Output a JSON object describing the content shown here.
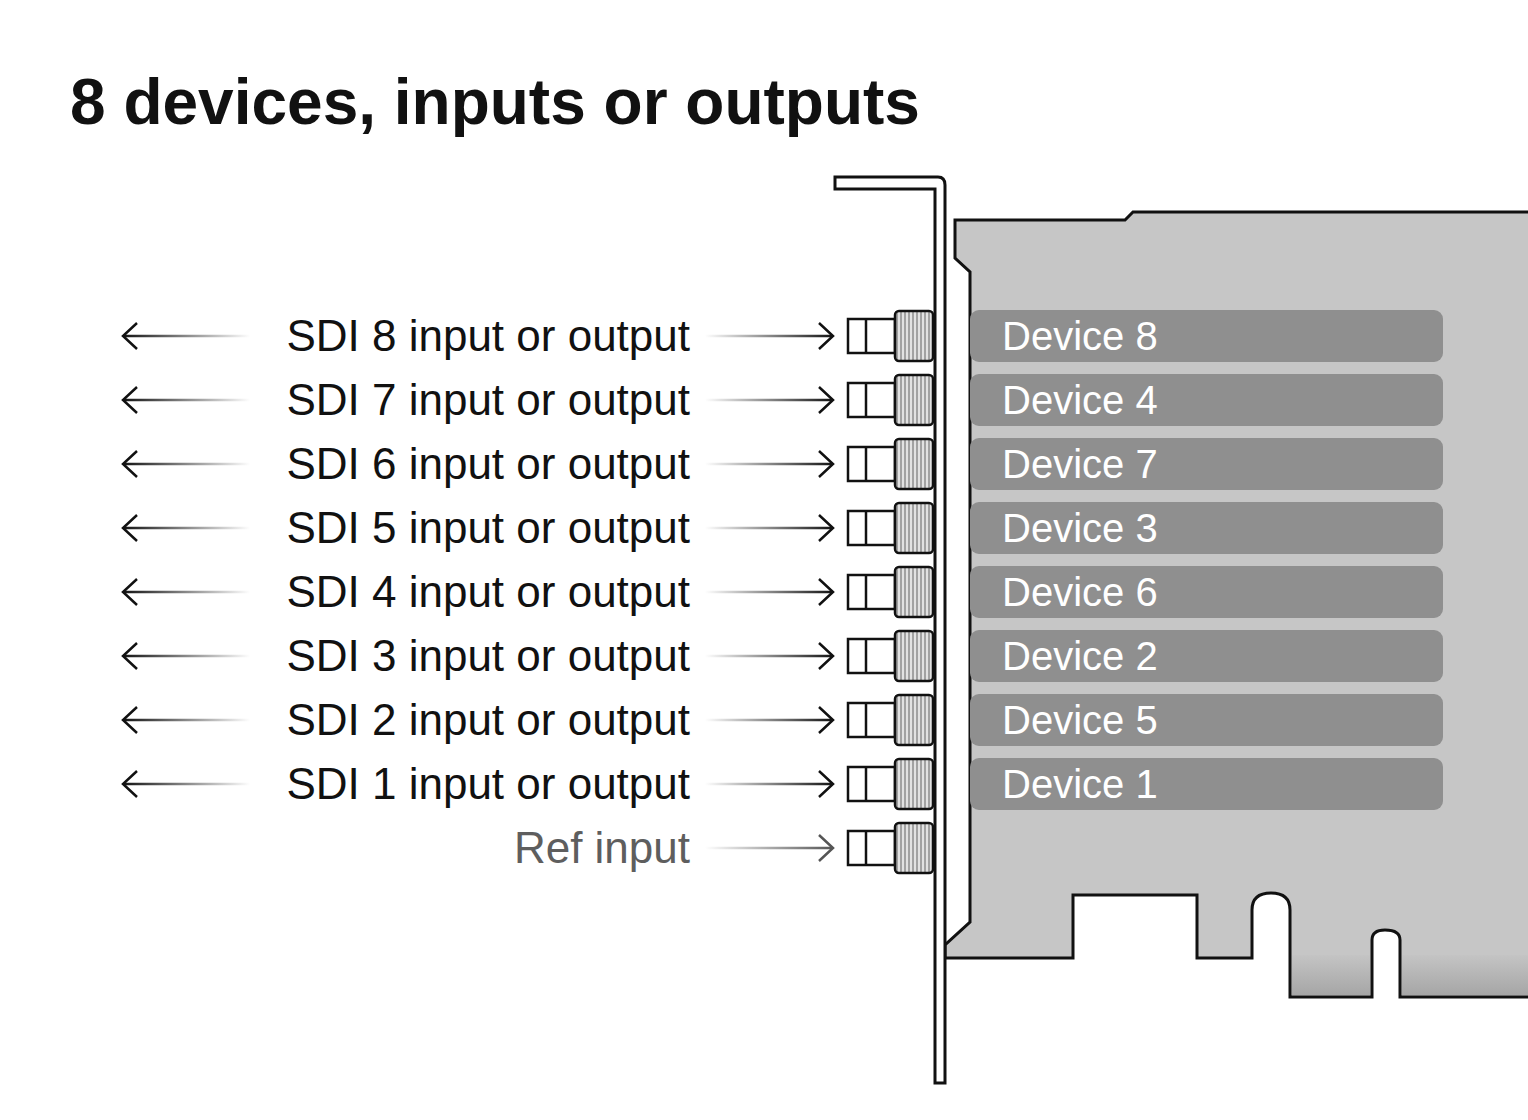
{
  "diagram": {
    "title": "8 devices, inputs or outputs",
    "nodes": [
      {
        "text": [
          "Device 8"
        ]
      },
      {
        "text": [
          "Device 4"
        ]
      },
      {
        "text": [
          "Device 7"
        ]
      },
      {
        "text": [
          "Device 3"
        ]
      },
      {
        "text": [
          "Device 6"
        ]
      },
      {
        "text": [
          "Device 2"
        ]
      },
      {
        "text": [
          "Device 5"
        ]
      },
      {
        "text": [
          "Device 1"
        ]
      }
    ],
    "labels": [
      "SDI 8 input or output",
      "SDI 7 input or output",
      "SDI 6 input or output",
      "SDI 5 input or output",
      "SDI 4 input or output",
      "SDI 3 input or output",
      "SDI 2 input or output",
      "SDI 1 input or output",
      "Ref input"
    ]
  }
}
